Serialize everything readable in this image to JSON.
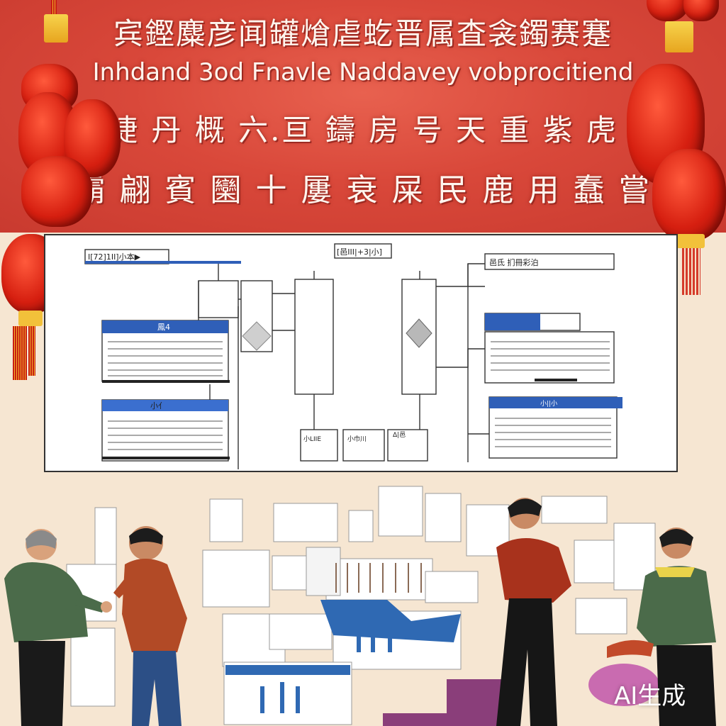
{
  "banner": {
    "line1": "宾鏗麋彦闻罐熗虐虼晋属査衾鐲赛蹇",
    "line2": "Inhdand 3od Fnavle Naddavey vobprocitiend",
    "line3": "捷 丹 概 六.亘 鑄 房 号 天 重 紫  虎",
    "line4": "霸 翩 賓 圞  十 屢 衰 屎 民 鹿 用 蠢 嘗"
  },
  "diagram": {
    "labels": {
      "top_left_title": "I[72]1II]小本▶",
      "top_center_title": "[邑III|+3|小]",
      "top_right_title": "邑氐   扪冊彩泊",
      "left_table1_header": "鳳4",
      "left_table2_header": "小亻",
      "bottom_box1": "小LIIE",
      "bottom_box2": "小巾川",
      "bottom_box3": "Δ|邑",
      "right_table2_header": "小||小"
    }
  },
  "watermark": "AI生成",
  "colors": {
    "banner": "#d9483a",
    "accent_blue": "#2f5fb8",
    "background": "#f6e6d2"
  }
}
